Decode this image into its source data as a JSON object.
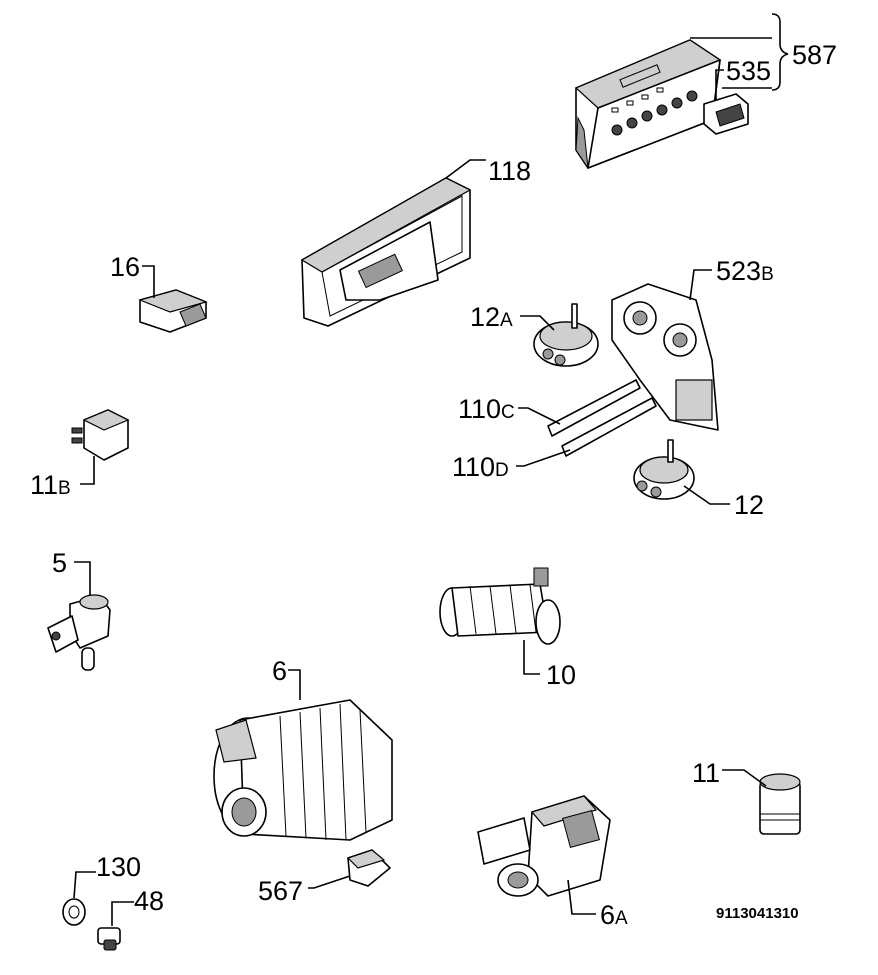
{
  "labels": {
    "l587": "587",
    "l535": "535",
    "l118": "118",
    "l16": "16",
    "l523": "523",
    "l523s": "B",
    "l12a": "12",
    "l12as": "A",
    "l110c": "110",
    "l110cs": "C",
    "l110d": "110",
    "l110ds": "D",
    "l12": "12",
    "l11b": "11",
    "l11bs": "B",
    "l5": "5",
    "l10": "10",
    "l6": "6",
    "l11": "11",
    "l130": "130",
    "l48": "48",
    "l567": "567",
    "l6a": "6",
    "l6as": "A"
  },
  "diagram_code": "9113041310"
}
